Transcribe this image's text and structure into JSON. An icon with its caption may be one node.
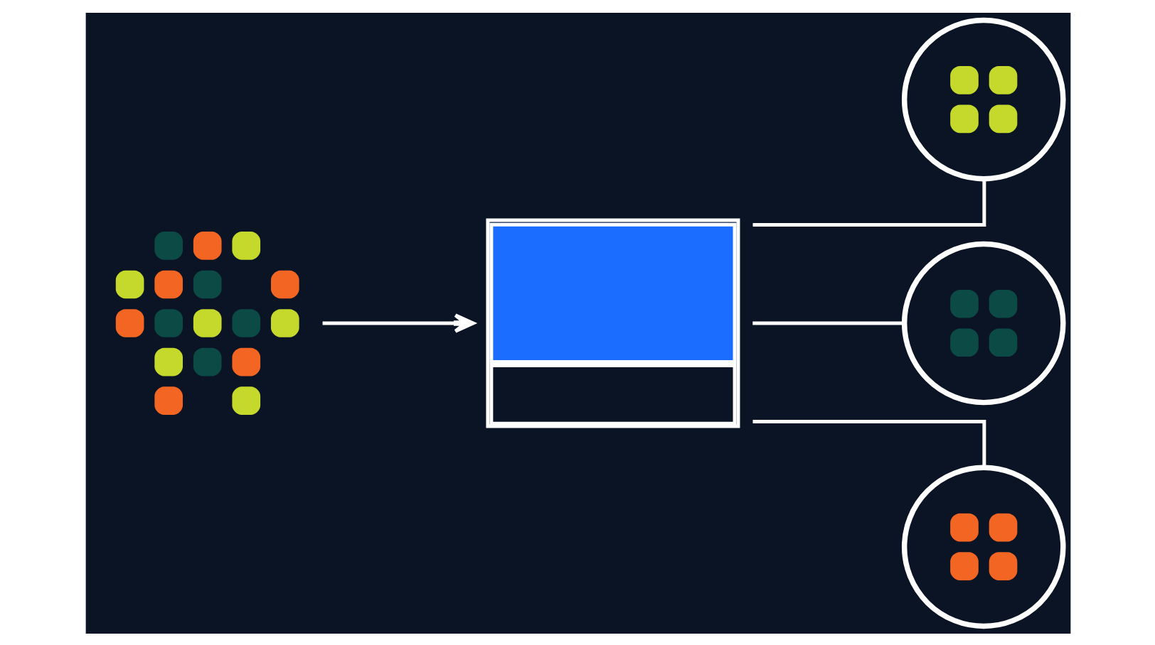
{
  "diagram": {
    "nodes": [
      {
        "text": [],
        "shape": "picture"
      },
      {
        "text": [],
        "shape": "picture"
      },
      {
        "text": [],
        "shape": "circle"
      },
      {
        "text": [],
        "shape": "circle"
      },
      {
        "text": [],
        "shape": "circle"
      }
    ],
    "edges": [
      {
        "from": 0,
        "to": 1,
        "arrow": "to"
      },
      {
        "from": 1,
        "to": 2,
        "arrow": "none"
      },
      {
        "from": 1,
        "to": 3,
        "arrow": "none"
      },
      {
        "from": 1,
        "to": 4,
        "arrow": "none"
      }
    ]
  }
}
